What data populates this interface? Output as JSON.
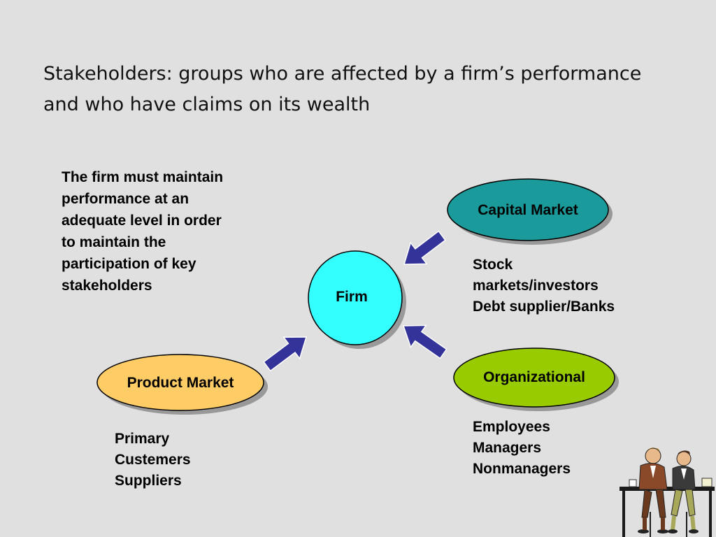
{
  "title": {
    "line1": "Stakeholders: groups who are affected by a firm’s performance",
    "line2": "and who have claims on its wealth"
  },
  "note": {
    "lines": [
      "The firm must maintain",
      "performance at an",
      "adequate level in order",
      "to maintain the",
      "participation of key",
      "stakeholders"
    ]
  },
  "nodes": {
    "firm": {
      "label": "Firm",
      "color": "#33ffff"
    },
    "capital_market": {
      "label": "Capital Market",
      "color": "#1a9a9a"
    },
    "organizational": {
      "label": "Organizational",
      "color": "#99cc00"
    },
    "product_market": {
      "label": "Product Market",
      "color": "#ffcc66"
    }
  },
  "lists": {
    "capital_market": [
      "Stock",
      "markets/investors",
      "Debt supplier/Banks"
    ],
    "organizational": [
      "Employees",
      "Managers",
      "Nonmanagers"
    ],
    "product_market": [
      "Primary",
      "Custemers",
      "Suppliers"
    ]
  },
  "arrow_color": "#333399",
  "clipart": "two-people-at-cafe-table-illustration"
}
